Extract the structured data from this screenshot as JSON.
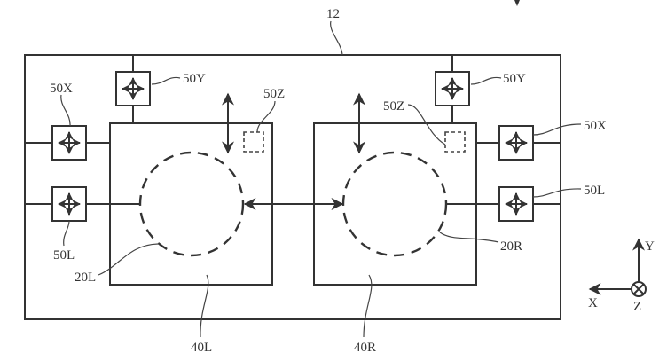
{
  "figure": {
    "frame_label": "12",
    "stages": [
      {
        "id": "left",
        "label": "40L",
        "substrate_label": "20L"
      },
      {
        "id": "right",
        "label": "40R",
        "substrate_label": "20R"
      }
    ],
    "actuators": {
      "left": {
        "y": "50Y",
        "x": "50X",
        "l": "50L",
        "z": "50Z"
      },
      "right": {
        "y": "50Y",
        "x": "50X",
        "l": "50L",
        "z": "50Z"
      }
    },
    "axes": {
      "x": "X",
      "y": "Y",
      "z": "Z"
    }
  }
}
